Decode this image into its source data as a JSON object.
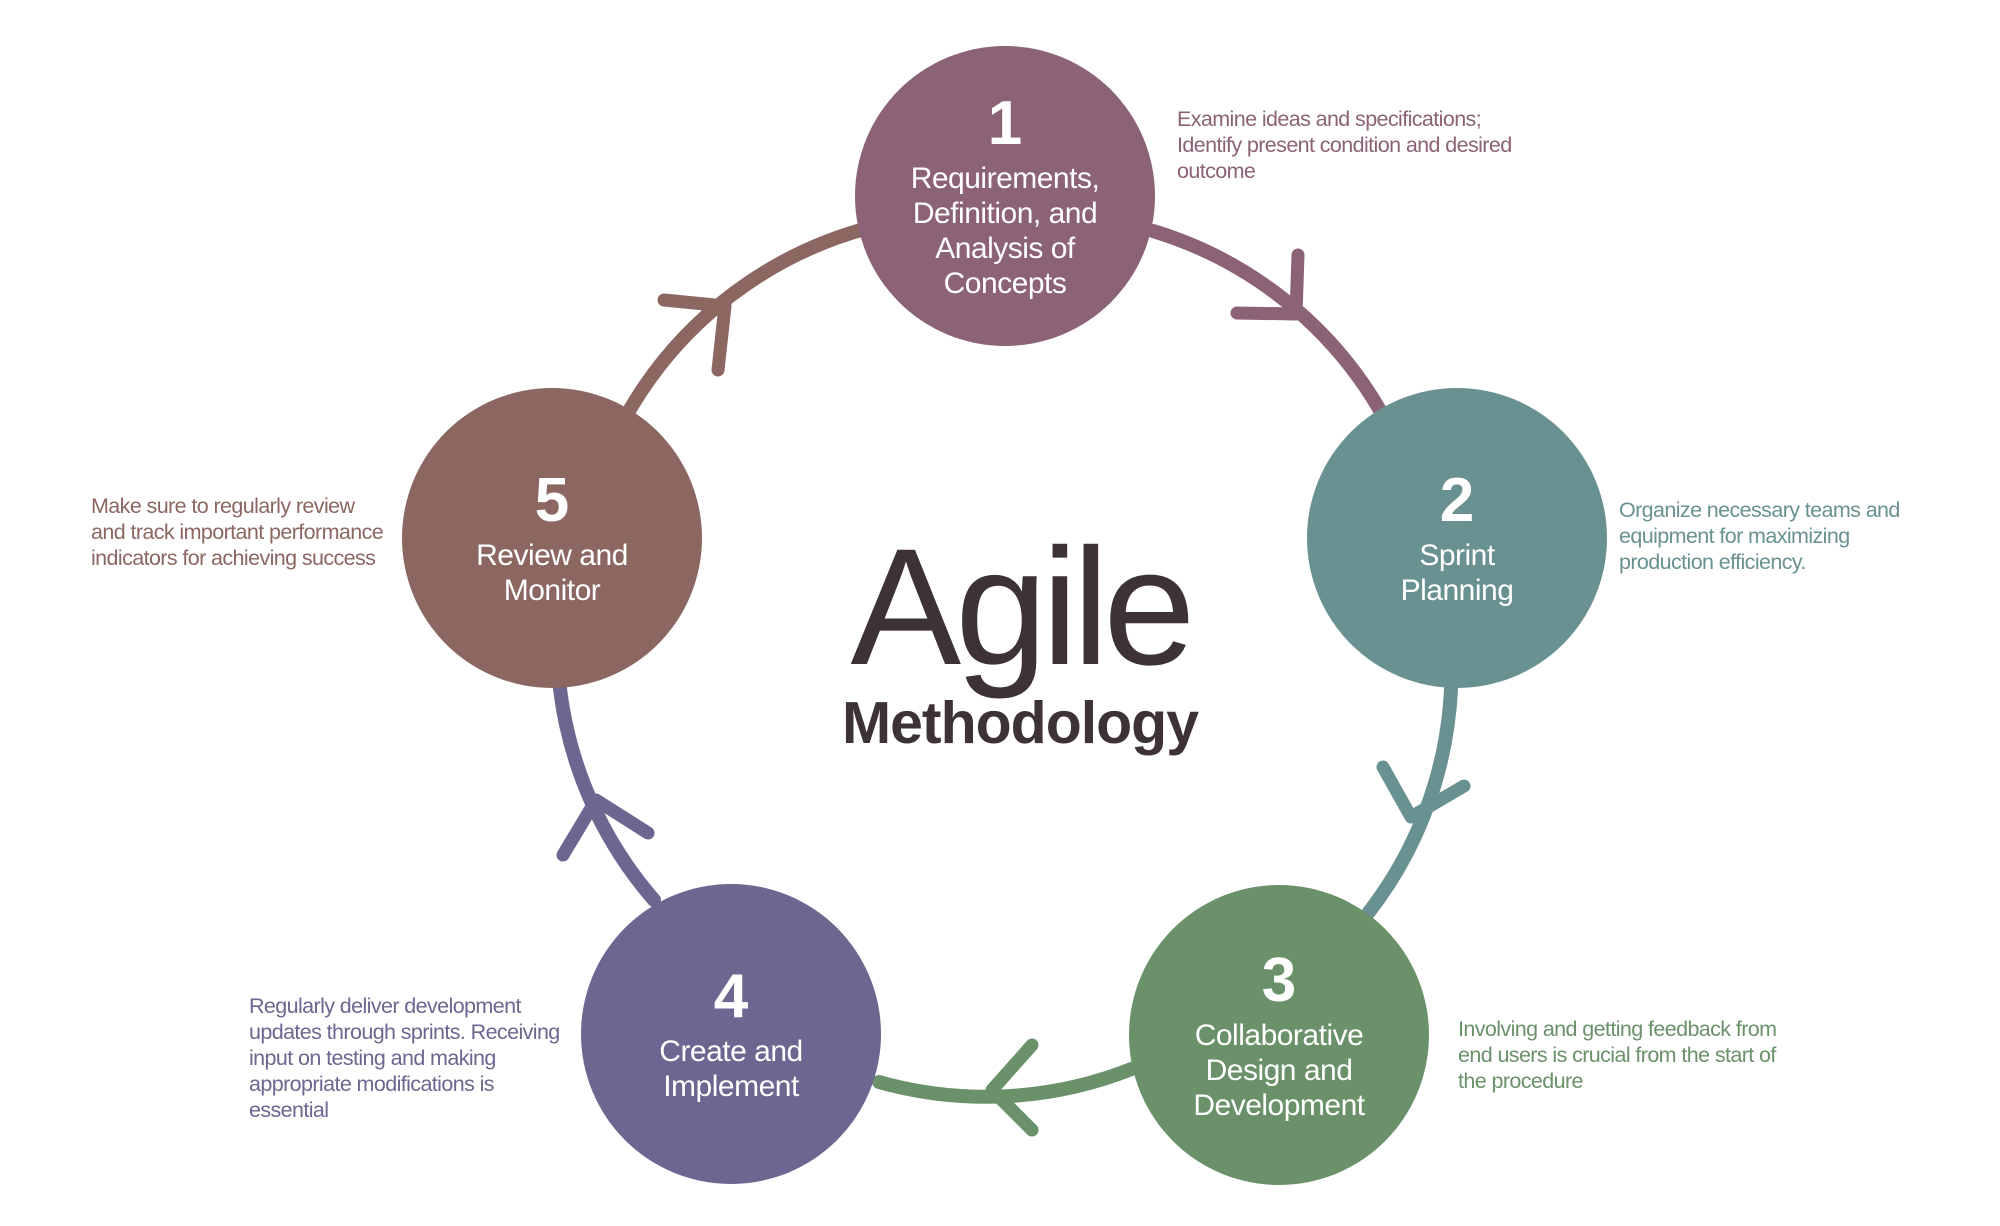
{
  "title": {
    "main": "Agile",
    "sub": "Methodology"
  },
  "colors": {
    "step1": "#8b6276",
    "step2": "#6a9191",
    "step3": "#6a9169",
    "step4": "#6c6690",
    "step5": "#8c6761",
    "title": "#3d3234"
  },
  "steps": [
    {
      "number": "1",
      "label": "Requirements, Definition, and Analysis of Concepts",
      "description": "Examine ideas and specifications; Identify present condition and desired outcome"
    },
    {
      "number": "2",
      "label": "Sprint Planning",
      "description": "Organize necessary teams and equipment for maximizing production efficiency."
    },
    {
      "number": "3",
      "label": "Collaborative Design and Development",
      "description": "Involving and getting feedback from end users is crucial from the start of the procedure"
    },
    {
      "number": "4",
      "label": "Create and Implement",
      "description": "Regularly deliver development updates through sprints. Receiving input on testing and making appropriate modifications is essential"
    },
    {
      "number": "5",
      "label": "Review and Monitor",
      "description": "Make sure to regularly review and track important performance indicators for achieving success"
    }
  ]
}
